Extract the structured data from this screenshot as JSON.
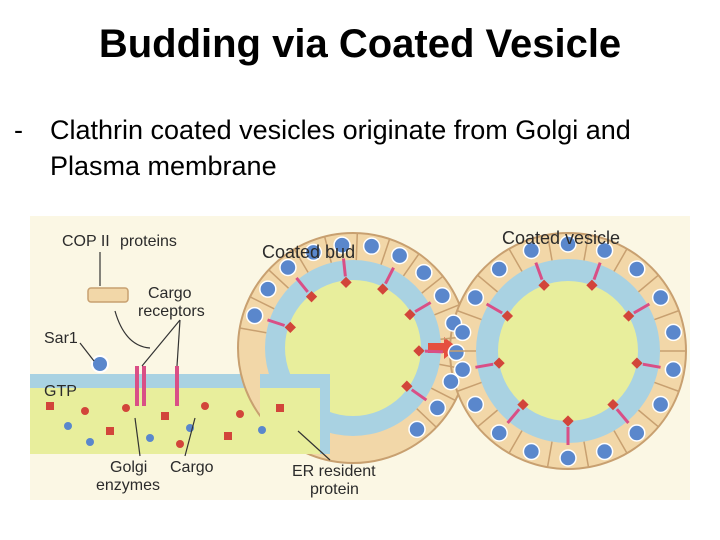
{
  "slide": {
    "title": "Budding via Coated Vesicle",
    "bullet_dash": "-",
    "bullet_text": "Clathrin coated vesicles originate from Golgi and Plasma membrane"
  },
  "figure": {
    "labels": {
      "cop2": "COP II",
      "proteins": "proteins",
      "cargo_receptors_1": "Cargo",
      "cargo_receptors_2": "receptors",
      "sar1": "Sar1",
      "gtp": "GTP",
      "coated_bud": "Coated bud",
      "coated_vesicle": "Coated vesicle",
      "golgi_enzymes_1": "Golgi",
      "golgi_enzymes_2": "enzymes",
      "cargo": "Cargo",
      "er_resident_1": "ER resident",
      "er_resident_2": "protein"
    },
    "colors": {
      "background": "#fbf7e4",
      "lumen": "#e8ee9c",
      "membrane": "#a9d2e2",
      "coat": "#f2d7a8",
      "coat_edge": "#c8a070",
      "protein_blue": "#5a87cc",
      "receptor_pink": "#d94f86",
      "cargo_red": "#d2453a",
      "arrow": "#e5503f"
    }
  }
}
